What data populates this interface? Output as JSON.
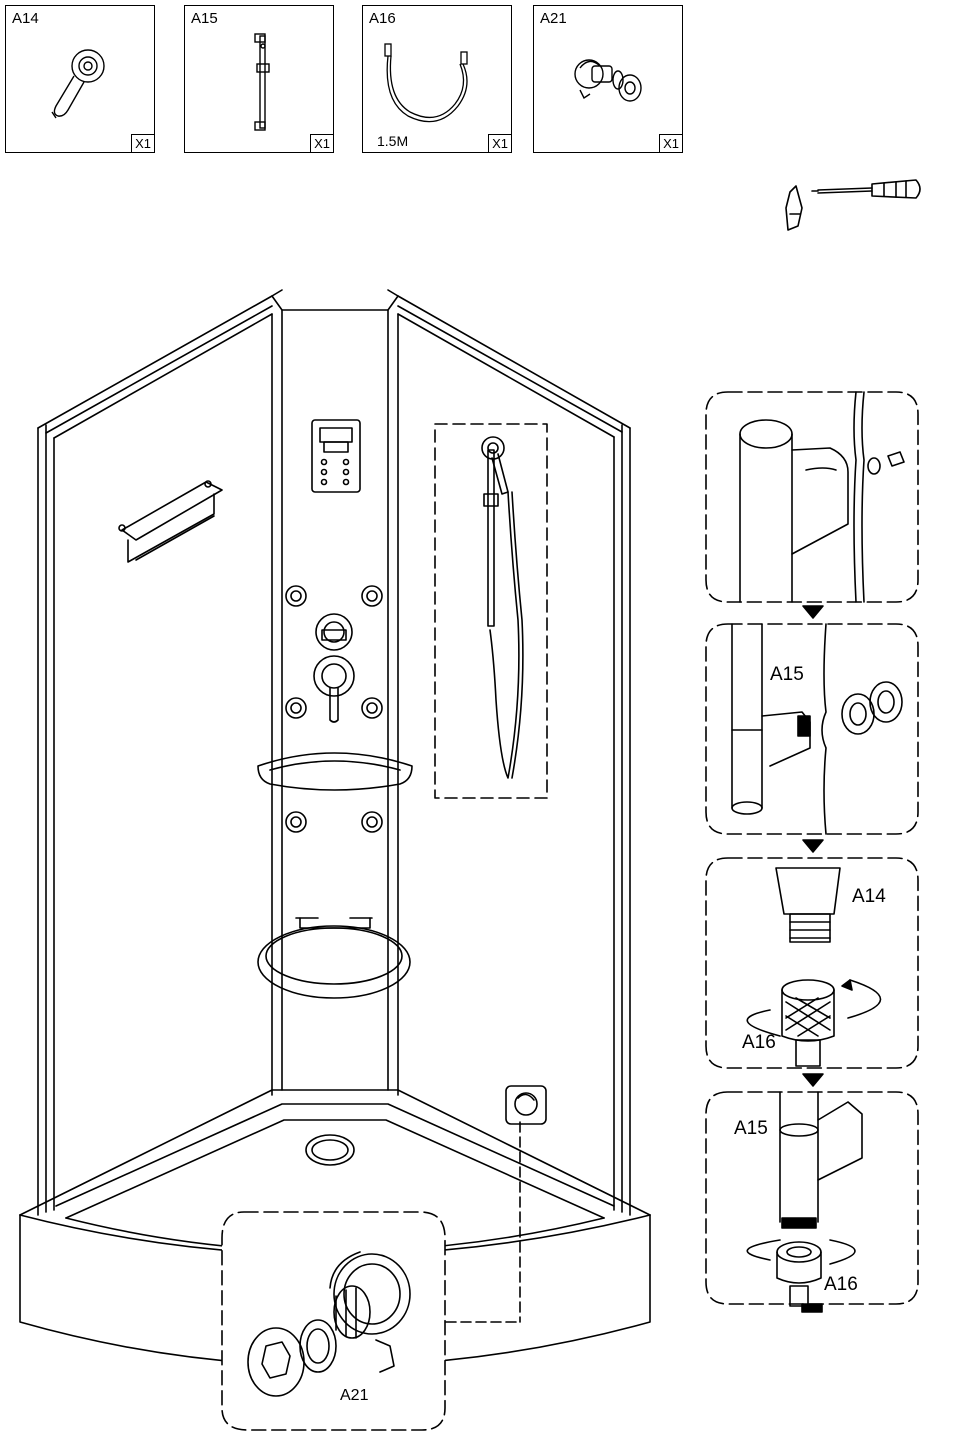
{
  "parts": [
    {
      "code": "A14",
      "qty": "X1"
    },
    {
      "code": "A15",
      "qty": "X1"
    },
    {
      "code": "A16",
      "qty": "X1",
      "length": "1.5M"
    },
    {
      "code": "A21",
      "qty": "X1"
    }
  ],
  "callouts": {
    "step2_label": "A15",
    "step3_label": "A14",
    "step3_hose_label": "A16",
    "step4_top_label": "A15",
    "step4_bottom_label": "A16",
    "floor_detail_label": "A21"
  }
}
